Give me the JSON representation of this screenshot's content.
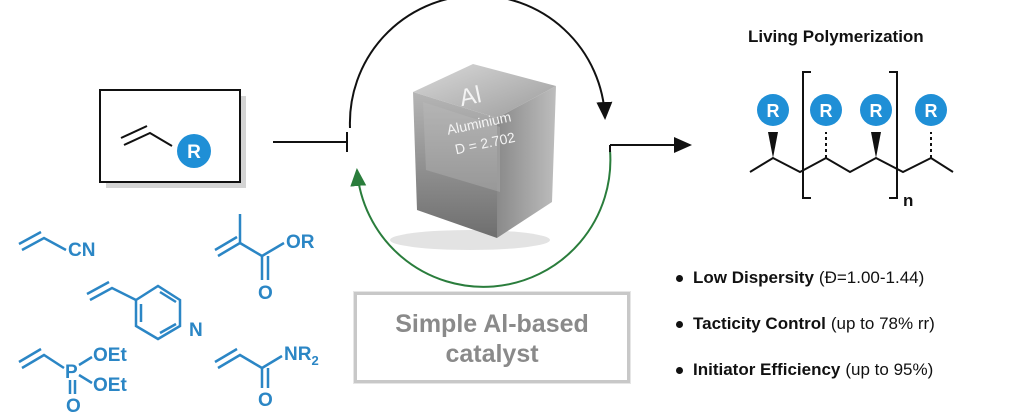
{
  "heading": "Living Polymerization",
  "monomer_group": "R",
  "polymer": {
    "groups": [
      "R",
      "R",
      "R",
      "R"
    ],
    "repeat_subscript": "n"
  },
  "catalyst": {
    "line1": "Simple Al-based",
    "line2": "catalyst"
  },
  "cube": {
    "symbol": "Al",
    "name": "Aluminium",
    "density": "D = 2.702"
  },
  "monomers": {
    "acrylonitrile": "CN",
    "methacrylate_ester": "OR",
    "methacrylate_carbonyl_o": "O",
    "vinylpyridine_n": "N",
    "phosphonate_oet1": "OEt",
    "phosphonate_oet2": "OEt",
    "phosphonate_p": "P",
    "phosphonate_o": "O",
    "acrylamide_nr": "NR",
    "acrylamide_sub": "2",
    "acrylamide_o": "O"
  },
  "features": [
    {
      "label": "Low Dispersity",
      "detail": "(Đ=1.00-1.44)"
    },
    {
      "label": "Tacticity Control",
      "detail": "(up to 78% rr)"
    },
    {
      "label": "Initiator Efficiency",
      "detail": "(up to 95%)"
    }
  ],
  "colors": {
    "accent": "#1f8fd6",
    "chem_blue": "#2b86c5",
    "arrow_black": "#111111",
    "arrow_green": "#2a7d3c",
    "box_gray": "#c8c8c8"
  }
}
